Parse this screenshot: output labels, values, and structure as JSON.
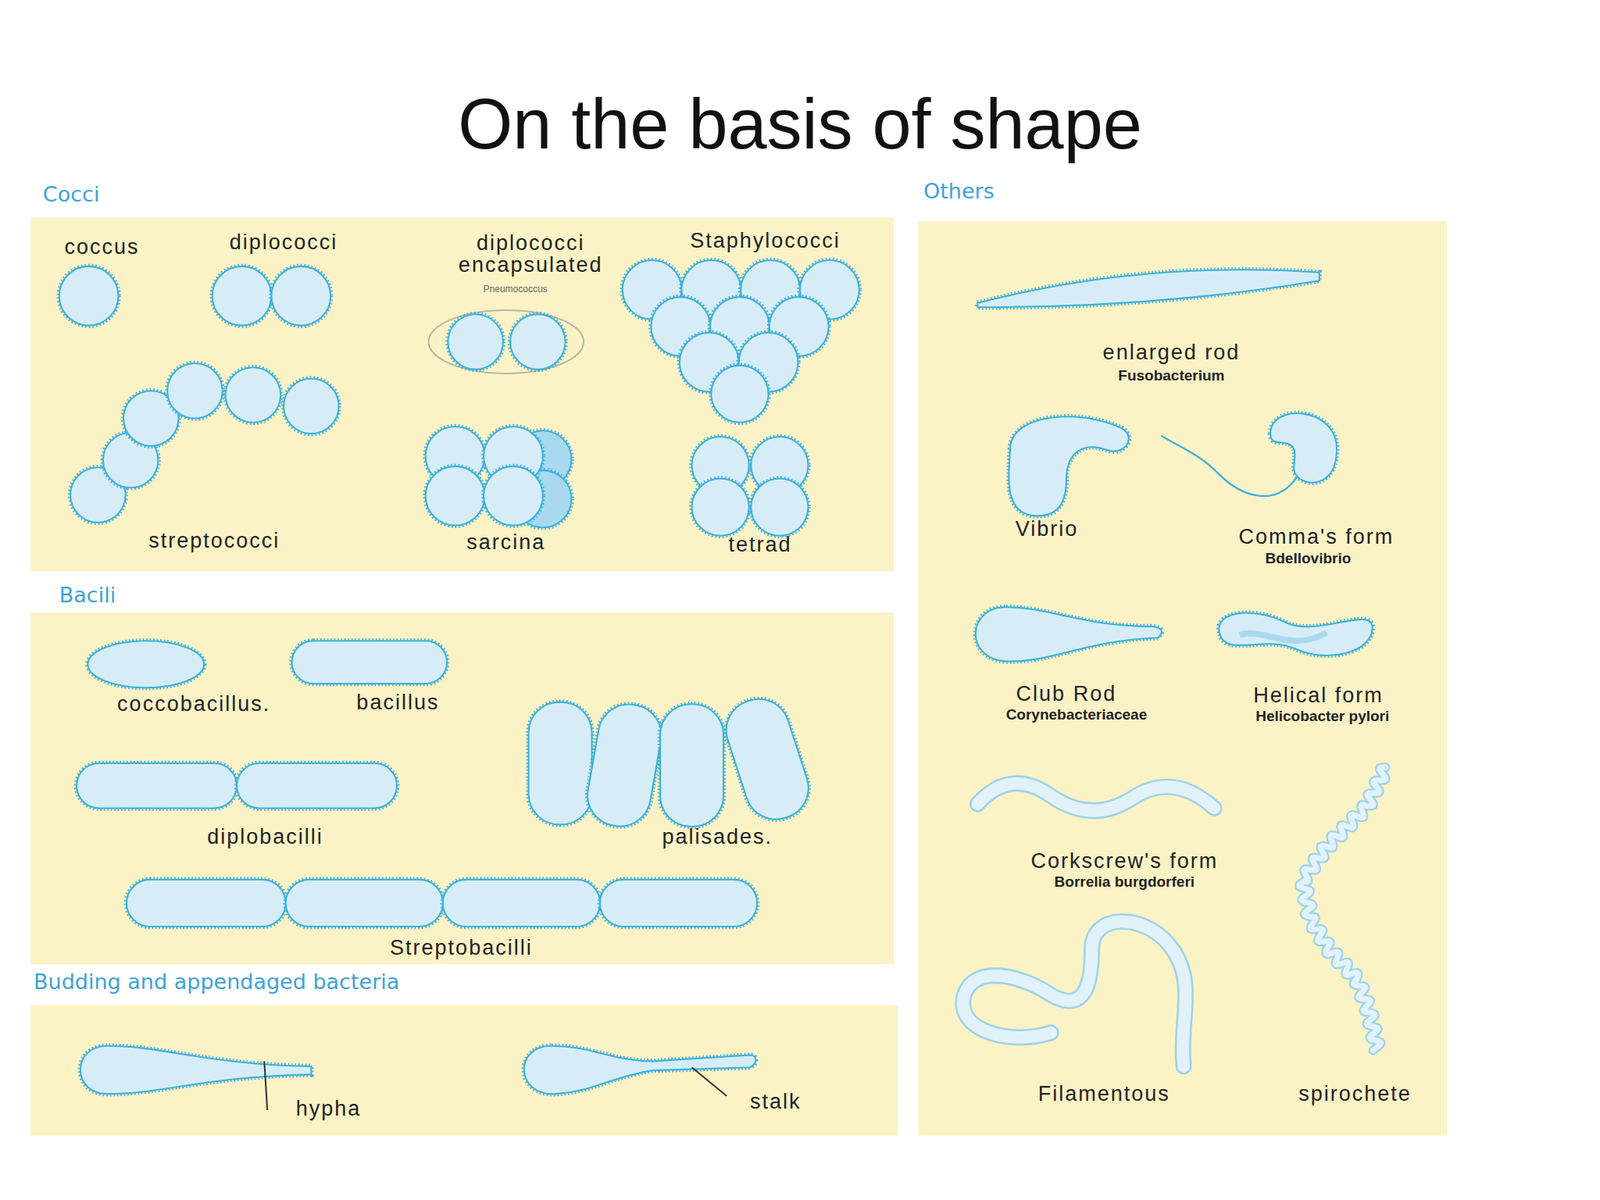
{
  "diagram": {
    "title": "On the basis of shape",
    "nodes": [
      {
        "text": [
          "Cocci"
        ]
      },
      {
        "text": [
          "Bacili"
        ]
      },
      {
        "text": [
          "Budding and appendaged bacteria"
        ]
      },
      {
        "text": [
          "Others"
        ]
      }
    ],
    "labels": [
      "coccus",
      "diplococci",
      "diplococci encapsulated",
      "Pneumococcus",
      "Staphylococci",
      "streptococci",
      "sarcina",
      "tetrad",
      "coccobacillus.",
      "bacillus",
      "diplobacilli",
      "palisades.",
      "Streptobacilli",
      "hypha",
      "stalk",
      "enlarged rod",
      "Fusobacterium",
      "Vibrio",
      "Comma's form",
      "Bdellovibrio",
      "Club Rod",
      "Corynebacteriaceae",
      "Helical form",
      "Helicobacter pylori",
      "Corkscrew's form",
      "Borrelia burgdorferi",
      "Filamentous",
      "spirochete"
    ]
  }
}
